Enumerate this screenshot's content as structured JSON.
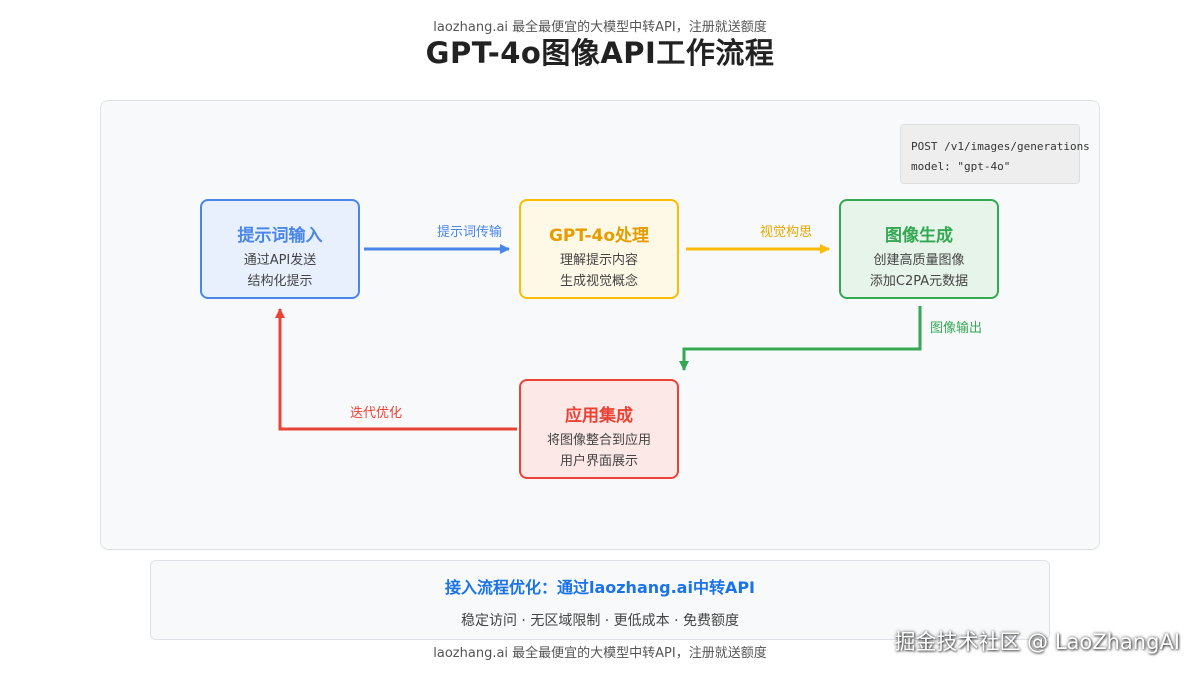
{
  "header": {
    "banner": "laozhang.ai 最全最便宜的大模型中转API，注册就送额度",
    "title": "GPT-4o图像API工作流程"
  },
  "code_snippet": {
    "line1": "POST /v1/images/generations",
    "line2": "model: \"gpt-4o\""
  },
  "nodes": {
    "prompt_input": {
      "title": "提示词输入",
      "line1": "通过API发送",
      "line2": "结构化提示"
    },
    "gpt_processing": {
      "title": "GPT-4o处理",
      "line1": "理解提示内容",
      "line2": "生成视觉概念"
    },
    "image_generation": {
      "title": "图像生成",
      "line1": "创建高质量图像",
      "line2": "添加C2PA元数据"
    },
    "app_integration": {
      "title": "应用集成",
      "line1": "将图像整合到应用",
      "line2": "用户界面展示"
    }
  },
  "edges": {
    "prompt_transfer": "提示词传输",
    "visual_concept": "视觉构思",
    "image_output": "图像输出",
    "iterate": "迭代优化"
  },
  "info_panel": {
    "heading": "接入流程优化：通过laozhang.ai中转API",
    "features": "稳定访问 · 无区域限制 · 更低成本 · 免费额度"
  },
  "footer": {
    "text": "laozhang.ai 最全最便宜的大模型中转API，注册就送额度"
  },
  "watermark": "掘金技术社区 @ LaoZhangAI",
  "colors": {
    "blue": "#4a86e8",
    "yellow": "#fbbc05",
    "green": "#34a853",
    "red": "#ea4335",
    "heading_blue": "#1a73e8"
  }
}
